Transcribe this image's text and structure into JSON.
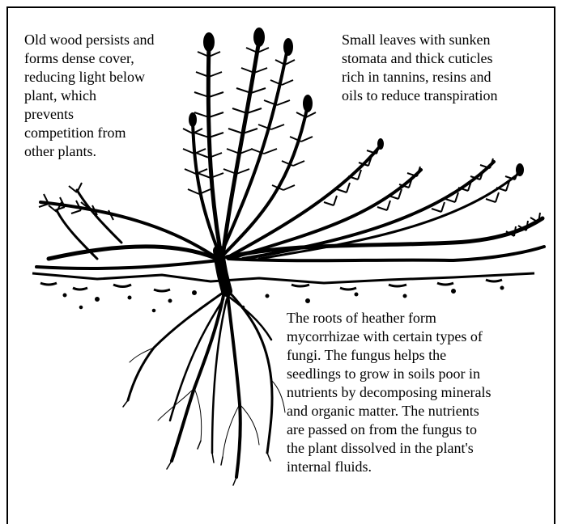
{
  "annotations": {
    "old_wood": "Old wood persists and\nforms dense cover,\nreducing light below\nplant, which\nprevents\ncompetition from\nother plants.",
    "leaves": "Small leaves with sunken\nstomata and thick cuticles\nrich in tannins, resins and\noils to reduce transpiration",
    "roots": "The roots of heather form\nmycorrhizae with certain types of\nfungi. The fungus helps the\nseedlings to grow in soils poor in\nnutrients by decomposing minerals\nand organic matter. The nutrients\nare passed on from the fungus to\nthe plant dissolved in the plant's\ninternal fluids."
  },
  "colors": {
    "ink": "#000000",
    "background": "#ffffff"
  },
  "figure": {
    "subject": "heather-plant-cross-section"
  }
}
